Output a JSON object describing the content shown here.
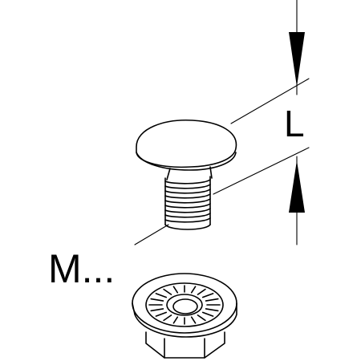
{
  "labels": {
    "length": "L",
    "thread": "M..."
  },
  "parts": [
    {
      "name": "carriage-bolt",
      "icon": "bolt-icon"
    },
    {
      "name": "flange-nut",
      "icon": "serrated-flange-nut-icon"
    }
  ],
  "colors": {
    "line": "#000000",
    "background": "#ffffff"
  }
}
